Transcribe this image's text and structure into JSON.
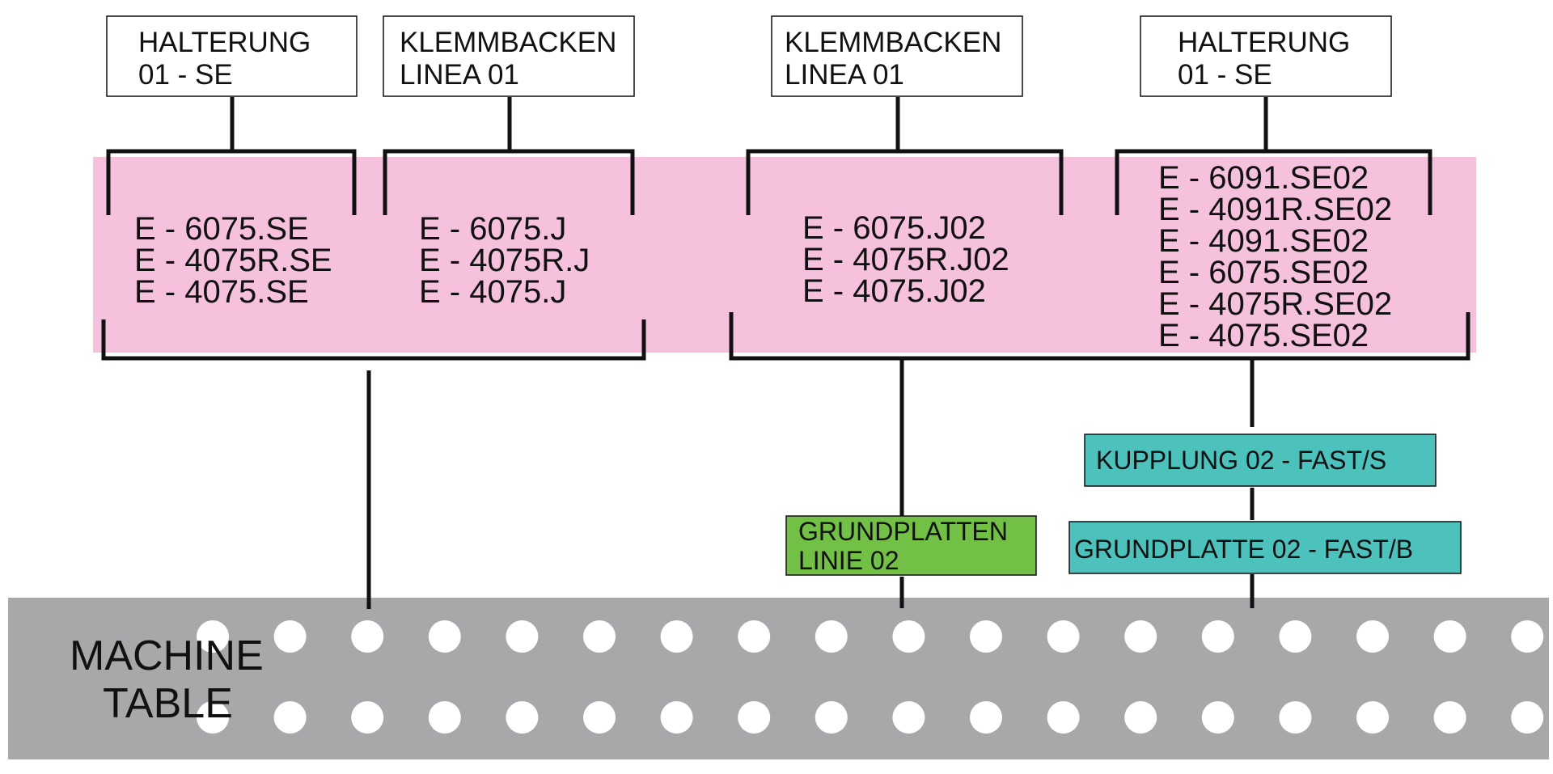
{
  "colors": {
    "pink_band": "#f6c1dc",
    "line": "#111111",
    "box_fill": "#ffffff",
    "green_box": "#72c045",
    "teal_box": "#4dc2bd",
    "machine_table": "#a8a8aa",
    "hole": "#ffffff"
  },
  "top_labels": [
    {
      "line1": "HALTERUNG",
      "line2": "01 - SE"
    },
    {
      "line1": "KLEMMBACKEN",
      "line2": "LINEA 01"
    },
    {
      "line1": "KLEMMBACKEN",
      "line2": "LINEA 01"
    },
    {
      "line1": "HALTERUNG",
      "line2": "01 - SE"
    }
  ],
  "code_groups": [
    [
      "E - 6075.SE",
      "E - 4075R.SE",
      "E - 4075.SE"
    ],
    [
      "E - 6075.J",
      "E - 4075R.J",
      "E - 4075.J"
    ],
    [
      "E - 6075.J02",
      "E - 4075R.J02",
      "E - 4075.J02"
    ],
    [
      "E - 6091.SE02",
      "E - 4091R.SE02",
      "E - 4091.SE02",
      "E - 6075.SE02",
      "E - 4075R.SE02",
      "E - 4075.SE02"
    ]
  ],
  "grundplatten": {
    "line1": "GRUNDPLATTEN",
    "line2": "LINIE 02"
  },
  "kupplung": "KUPPLUNG 02 - FAST/S",
  "grundplatte_fast": "GRUNDPLATTE 02 - FAST/B",
  "machine_table": {
    "line1": "MACHINE",
    "line2": "TABLE"
  }
}
